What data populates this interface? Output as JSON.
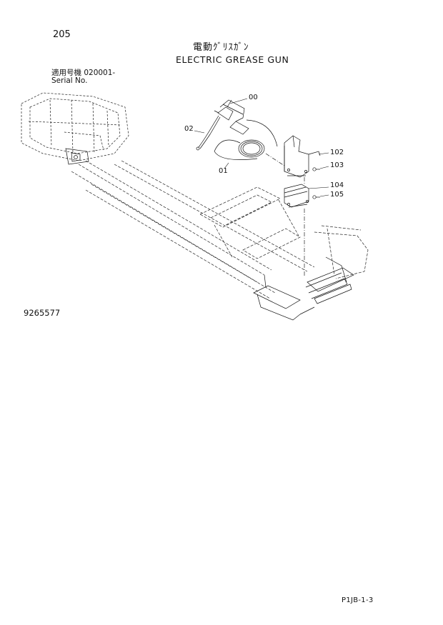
{
  "page": {
    "number": "205",
    "title_jp": "電動ｸﾞﾘｽｶﾞﾝ",
    "title_en": "ELECTRIC GREASE GUN",
    "serial_label_jp": "適用号機  020001-",
    "serial_label_en": "Serial No.",
    "drawing_number": "9265577",
    "footer_code": "P1JB-1-3"
  },
  "callouts": [
    {
      "id": "c00",
      "label": "00"
    },
    {
      "id": "c02",
      "label": "02"
    },
    {
      "id": "c01",
      "label": "01"
    },
    {
      "id": "c102",
      "label": "102"
    },
    {
      "id": "c103",
      "label": "103"
    },
    {
      "id": "c104",
      "label": "104"
    },
    {
      "id": "c105",
      "label": "105"
    }
  ]
}
